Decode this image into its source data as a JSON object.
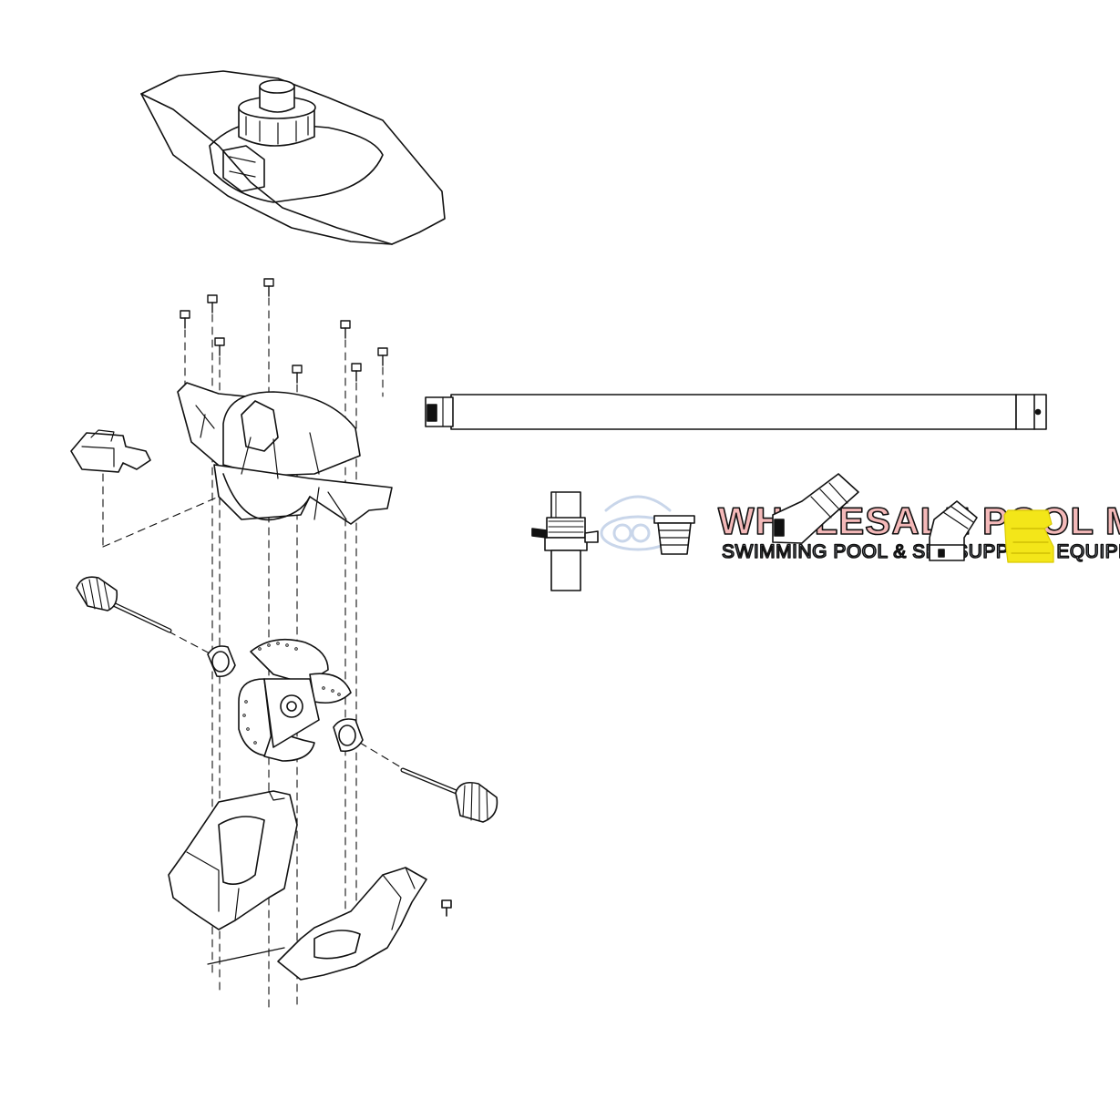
{
  "watermark": {
    "title": "WHOLESALE POOL MART",
    "subtitle": "SWIMMING POOL & SPA SUPPLY & EQUIPMENT",
    "title_color": "#f4b9b9",
    "subtitle_color": "#c9d6ea"
  },
  "highlight_color": "#f3e619",
  "line_color": "#111111",
  "parts": [
    "top-cover",
    "screws",
    "drive-housing",
    "side-clip",
    "left-drive-shaft",
    "left-bearing",
    "turbine-wheel",
    "right-bearing",
    "right-drive-shaft",
    "left-skirt-half",
    "right-skirt-half",
    "small-screw",
    "hose-section",
    "regulator-valve",
    "hose-cuff",
    "angled-wall-fitting",
    "elbow-adaptor",
    "highlighted-elbow-part"
  ]
}
